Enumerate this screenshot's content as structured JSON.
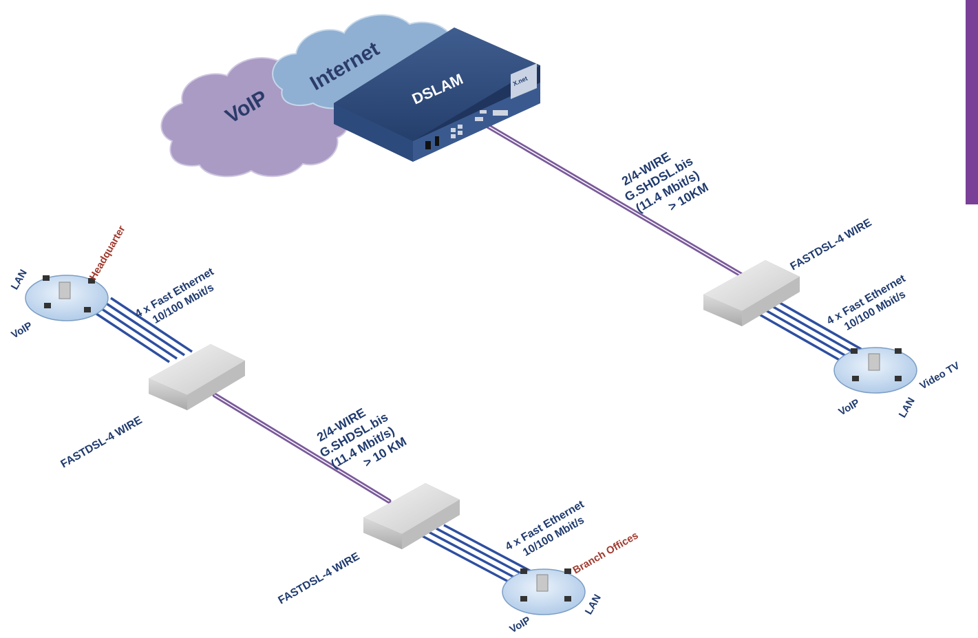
{
  "clouds": {
    "voip": "VoIP",
    "internet": "Internet"
  },
  "dslam": {
    "label": "DSLAM",
    "logo": "X.net"
  },
  "links": {
    "trunk_main": {
      "l1": "2/4-WIRE",
      "l2": "G.SHDSL.bis",
      "l3": "(11.4 Mbit/s)",
      "l4": "> 10KM"
    },
    "trunk_branch": {
      "l1": "2/4-WIRE",
      "l2": "G.SHDSL.bis",
      "l3": "(11.4 Mbit/s)",
      "l4": "> 10 KM"
    }
  },
  "modems": {
    "right": "FASTDSL-4 WIRE",
    "left": "FASTDSL-4 WIRE",
    "bottom": "FASTDSL-4 WIRE"
  },
  "ethernet": {
    "hq": {
      "l1": "4 x Fast Ethernet",
      "l2": "10/100 Mbit/s"
    },
    "right": {
      "l1": "4 x Fast Ethernet",
      "l2": "10/100 Mbit/s"
    },
    "branch": {
      "l1": "4 x Fast Ethernet",
      "l2": "10/100 Mbit/s"
    }
  },
  "sites": {
    "hq": {
      "title": "Headquarter",
      "lan": "LAN",
      "voip": "VoIP"
    },
    "right": {
      "video": "Video TV",
      "voip": "VoIP",
      "lan": "LAN"
    },
    "branch": {
      "title": "Branch Offices",
      "voip": "VoIP",
      "lan": "LAN"
    }
  },
  "colors": {
    "cloud_voip": "#a99bc4",
    "cloud_internet": "#8fb0d2",
    "dslam_body": "#2a4574",
    "link_blue": "#2e4fa0",
    "trunk_purple": "#7a5a9a",
    "label_blue": "#1f3a6e",
    "label_red": "#a13a2e",
    "accent_tab": "#7a3f96"
  }
}
